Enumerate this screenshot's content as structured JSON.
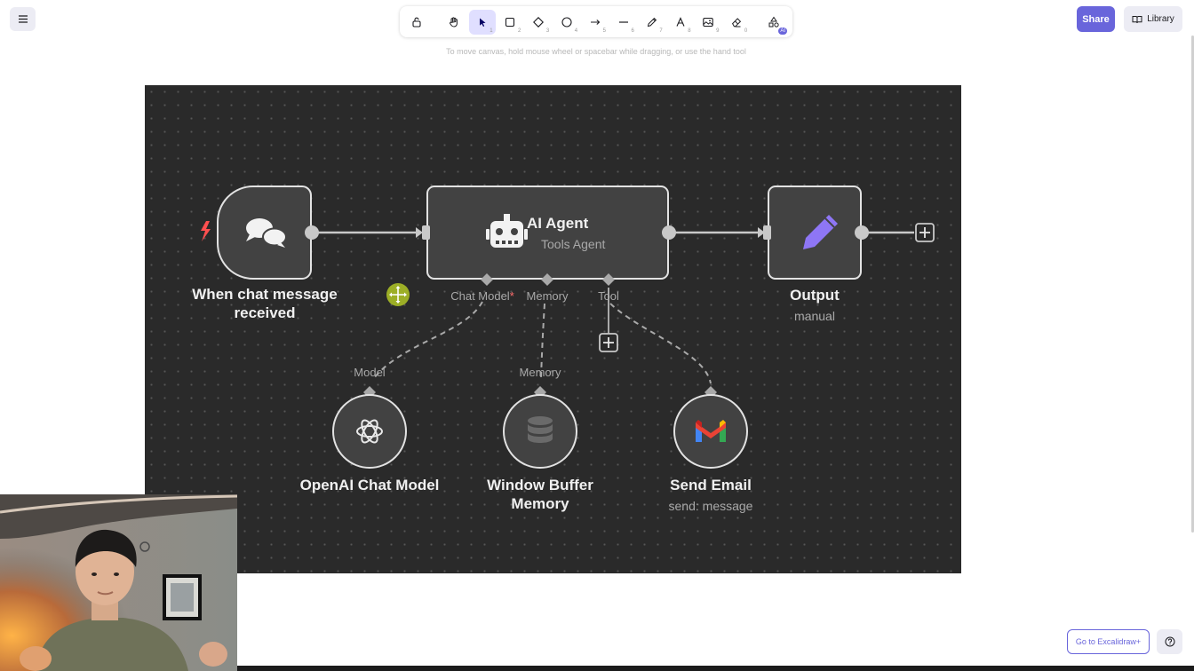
{
  "app": {
    "menu_icon": "hamburger-icon",
    "hint": "To move canvas, hold mouse wheel or spacebar while dragging, or use the hand tool",
    "share_label": "Share",
    "library_label": "Library",
    "goto_label": "Go to Excalidraw+",
    "help_icon": "help-icon",
    "accent_color": "#6965db"
  },
  "toolbar": {
    "tools": [
      {
        "name": "lock",
        "icon": "lock-icon",
        "key": ""
      },
      {
        "name": "hand",
        "icon": "hand-icon",
        "key": ""
      },
      {
        "name": "selection",
        "icon": "pointer-icon",
        "key": "1",
        "active": true
      },
      {
        "name": "rectangle",
        "icon": "rectangle-icon",
        "key": "2"
      },
      {
        "name": "diamond",
        "icon": "diamond-icon",
        "key": "3"
      },
      {
        "name": "ellipse",
        "icon": "ellipse-icon",
        "key": "4"
      },
      {
        "name": "arrow",
        "icon": "arrow-icon",
        "key": "5"
      },
      {
        "name": "line",
        "icon": "line-icon",
        "key": "6"
      },
      {
        "name": "draw",
        "icon": "pencil-icon",
        "key": "7"
      },
      {
        "name": "text",
        "icon": "text-icon",
        "key": "8"
      },
      {
        "name": "image",
        "icon": "image-icon",
        "key": "9"
      },
      {
        "name": "eraser",
        "icon": "eraser-icon",
        "key": "0"
      },
      {
        "name": "more-shapes",
        "icon": "shapes-icon",
        "key": ""
      }
    ],
    "ai_badge": "AI"
  },
  "workflow": {
    "trigger": {
      "label": "When chat message received",
      "icon": "chat-bubbles-icon",
      "bolt_icon": "lightning-icon"
    },
    "agent": {
      "title": "AI Agent",
      "subtitle": "Tools Agent",
      "icon": "robot-icon"
    },
    "output": {
      "label": "Output",
      "subtitle": "manual",
      "icon": "pencil-icon"
    },
    "ports": {
      "chat_model": "Chat Model",
      "required_mark": "*",
      "memory": "Memory",
      "tool": "Tool"
    },
    "subnodes": {
      "model": {
        "port": "Model",
        "label": "OpenAI Chat Model",
        "icon": "openai-icon"
      },
      "memory": {
        "port": "Memory",
        "label": "Window Buffer Memory",
        "icon": "database-icon"
      },
      "email": {
        "label": "Send Email",
        "subtitle": "send: message",
        "icon": "gmail-icon"
      }
    },
    "colors": {
      "node_fill": "#424242",
      "node_stroke": "#e2e2e2",
      "bolt": "#ff4f4f",
      "output_icon": "#8e76f5",
      "move_cursor": "#9cae26"
    }
  }
}
